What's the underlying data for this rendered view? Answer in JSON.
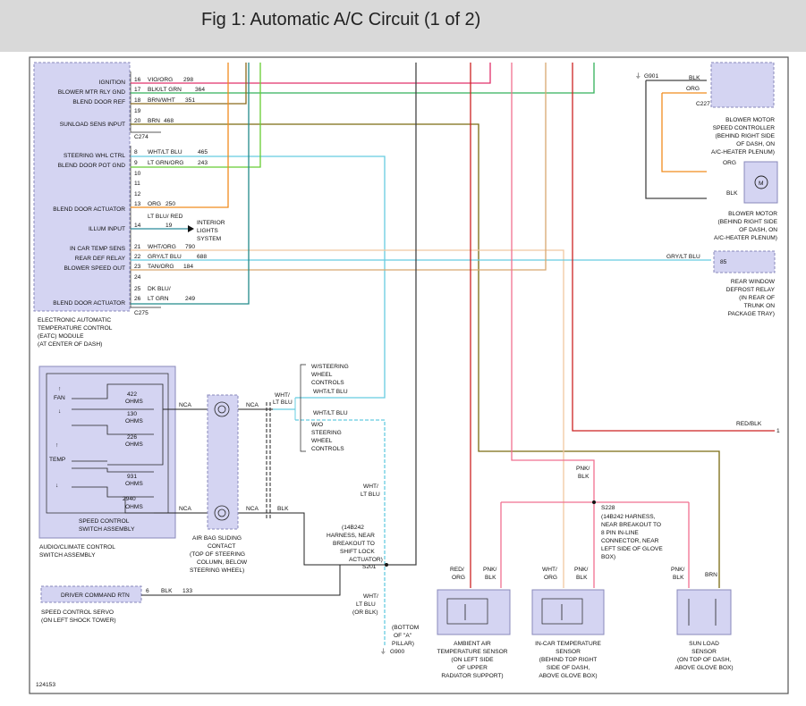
{
  "header": {
    "title": "Fig 1: Automatic A/C Circuit (1 of 2)"
  },
  "eatc": {
    "pin_labels": [
      "IGNITION",
      "BLOWER MTR RLY GND",
      "BLEND DOOR REF",
      "SUNLOAD SENS INPUT",
      "STEERING WHL CTRL",
      "BLEND DOOR POT GND",
      "BLEND DOOR ACTUATOR",
      "ILLUM INPUT",
      "IN CAR TEMP SENS",
      "REAR DEF RELAY",
      "BLOWER SPEED OUT",
      "BLEND DOOR ACTUATOR"
    ],
    "pins": [
      {
        "num": "16",
        "wire": "VIO/ORG",
        "circuit": "298"
      },
      {
        "num": "17",
        "wire": "BLK/LT GRN",
        "circuit": "364"
      },
      {
        "num": "18",
        "wire": "BRN/WHT",
        "circuit": "351"
      },
      {
        "num": "19",
        "wire": "",
        "circuit": ""
      },
      {
        "num": "20",
        "wire": "BRN",
        "circuit": "468"
      },
      {
        "num": "8",
        "wire": "WHT/LT BLU",
        "circuit": "465"
      },
      {
        "num": "9",
        "wire": "LT GRN/ORG",
        "circuit": "243"
      },
      {
        "num": "10",
        "wire": "",
        "circuit": ""
      },
      {
        "num": "11",
        "wire": "",
        "circuit": ""
      },
      {
        "num": "12",
        "wire": "",
        "circuit": ""
      },
      {
        "num": "13",
        "wire": "ORG",
        "circuit": "250"
      },
      {
        "num": "14",
        "wire": "LT BLU/ RED",
        "circuit": "19"
      },
      {
        "num": "21",
        "wire": "WHT/ORG",
        "circuit": "790"
      },
      {
        "num": "22",
        "wire": "GRY/LT BLU",
        "circuit": "688"
      },
      {
        "num": "23",
        "wire": "TAN/ORG",
        "circuit": "184"
      },
      {
        "num": "24",
        "wire": "",
        "circuit": ""
      },
      {
        "num": "25",
        "wire": "DK BLU/",
        "circuit": ""
      },
      {
        "num": "26",
        "wire": "LT GRN",
        "circuit": "249"
      }
    ],
    "connectors": [
      "C274",
      "C275"
    ],
    "illum_note": [
      "INTERIOR",
      "LIGHTS",
      "SYSTEM"
    ],
    "caption": [
      "ELECTRONIC AUTOMATIC",
      "TEMPERATURE CONTROL",
      "(EATC) MODULE",
      "(AT CENTER OF DASH)"
    ]
  },
  "blower_controller": {
    "ground": "G901",
    "wires": [
      "BLK",
      "ORG"
    ],
    "connector": "C227",
    "caption": [
      "BLOWER MOTOR",
      "SPEED CONTROLLER",
      "(BEHIND RIGHT SIDE",
      "OF DASH, ON",
      "A/C-HEATER PLENUM)"
    ]
  },
  "blower_motor": {
    "wires": [
      "ORG",
      "BLK"
    ],
    "symbol": "M",
    "caption": [
      "BLOWER MOTOR",
      "(BEHIND RIGHT SIDE",
      "OF DASH, ON",
      "A/C-HEATER PLENUM)"
    ]
  },
  "rear_defrost": {
    "wire": "GRY/LT BLU",
    "pin": "85",
    "caption": [
      "REAR WINDOW",
      "DEFROST RELAY",
      "(IN REAR OF",
      "TRUNK ON",
      "PACKAGE TRAY)"
    ]
  },
  "switch_assembly": {
    "fan_label": "FAN",
    "temp_label": "TEMP",
    "resistors": [
      "422",
      "OHMS",
      "130",
      "OHMS",
      "226",
      "OHMS",
      "931",
      "OHMS",
      "2940",
      "OHMS"
    ],
    "speed_control": [
      "SPEED CONTROL",
      "SWITCH ASSEMBLY"
    ],
    "caption": [
      "AUDIO/CLIMATE CONTROL",
      "SWITCH ASSEMBLY"
    ]
  },
  "airbag_contact": {
    "nca": "NCA",
    "caption": [
      "AIR BAG SLIDING",
      "CONTACT",
      "(TOP OF STEERING",
      "COLUMN, BELOW",
      "STEERING WHEEL)"
    ]
  },
  "steering_wires": {
    "upper_wire": [
      "WHT/",
      "LT BLU"
    ],
    "lower_wire": "BLK",
    "with_note": [
      "W/STEERING",
      "WHEEL",
      "CONTROLS"
    ],
    "with_wire": "WHT/LT BLU",
    "without_wire": "WHT/LT BLU",
    "without_note": [
      "W/O",
      "STEERING",
      "WHEEL",
      "CONTROLS"
    ]
  },
  "splices": {
    "s201_wire": [
      "WHT/",
      "LT BLU"
    ],
    "s201_note": [
      "(14B242",
      "HARNESS, NEAR",
      "BREAKOUT TO",
      "SHIFT LOCK",
      "ACTUATOR)"
    ],
    "s201": "S201",
    "ground_wire": [
      "WHT/",
      "LT BLU",
      "(OR BLK)"
    ],
    "ground_note": [
      "(BOTTOM",
      "OF \"A\"",
      "PILLAR)"
    ],
    "ground": "G900",
    "red_blk": "RED/BLK",
    "red_blk_ref": "1",
    "pnk_blk": [
      "PNK/",
      "BLK"
    ],
    "s228": "S228",
    "s228_note": [
      "(14B242 HARNESS,",
      "NEAR BREAKOUT TO",
      "8 PIN IN-LINE",
      "CONNECTOR, NEAR",
      "LEFT SIDE OF GLOVE",
      "BOX)"
    ]
  },
  "servo": {
    "label": "DRIVER COMMAND RTN",
    "pin": "6",
    "wire": "BLK",
    "circuit": "133",
    "caption": [
      "SPEED CONTROL SERVO",
      "(ON LEFT SHOCK TOWER)"
    ]
  },
  "sensors": [
    {
      "wire_a": [
        "RED/",
        "ORG"
      ],
      "wire_b": [
        "PNK/",
        "BLK"
      ],
      "caption": [
        "AMBIENT AIR",
        "TEMPERATURE SENSOR",
        "(ON LEFT SIDE",
        "OF UPPER",
        "RADIATOR SUPPORT)"
      ]
    },
    {
      "wire_a": [
        "WHT/",
        "ORG"
      ],
      "wire_b": [
        "PNK/",
        "BLK"
      ],
      "caption": [
        "IN-CAR TEMPERATURE",
        "SENSOR",
        "(BEHIND TOP RIGHT",
        "SIDE OF DASH,",
        "ABOVE GLOVE BOX)"
      ]
    },
    {
      "wire_a": [
        "PNK/",
        "BLK"
      ],
      "wire_b": [
        "BRN",
        ""
      ],
      "caption": [
        "SUN LOAD",
        "SENSOR",
        "(ON TOP OF DASH,",
        "ABOVE GLOVE BOX)"
      ]
    }
  ],
  "figure_id": "124153",
  "colors": {
    "box_fill": "#d4d4f2",
    "wire_pink": "#e0306a",
    "wire_green": "#33b05a",
    "wire_brown": "#8b6a1c",
    "wire_olive": "#7a6a10",
    "wire_cyan": "#66cce0",
    "wire_lime": "#66cc33",
    "wire_orange": "#f08c1e",
    "wire_red": "#cc2222",
    "wire_dark": "#333333",
    "wire_salmon": "#f0a890",
    "wire_tan": "#d8a870",
    "wire_teal": "#228a8a"
  }
}
